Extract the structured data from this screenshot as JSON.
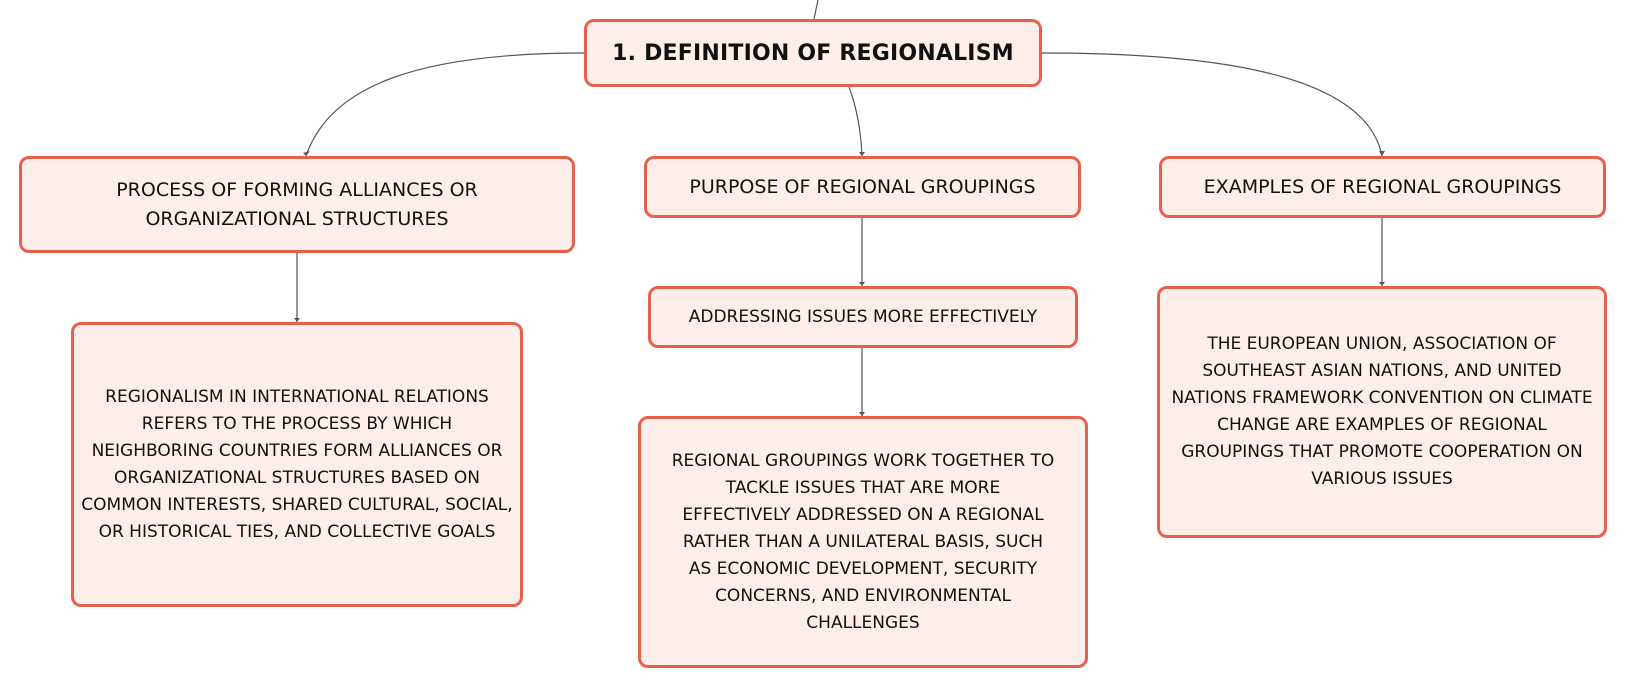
{
  "diagram": {
    "root": {
      "label": "1. Definition of Regionalism"
    },
    "branches": [
      {
        "label": "Process of forming alliances or organizational structures",
        "children": [
          {
            "label": "Regionalism in international relations refers to the process by which neighboring countries form alliances or organizational structures based on common interests, shared cultural, social, or historical ties, and collective goals"
          }
        ]
      },
      {
        "label": "Purpose of regional groupings",
        "children": [
          {
            "label": "Addressing issues more effectively",
            "children": [
              {
                "label": "Regional groupings work together to tackle issues that are more effectively addressed on a regional rather than a unilateral basis, such as economic development, security concerns, and environmental challenges"
              }
            ]
          }
        ]
      },
      {
        "label": "Examples of regional groupings",
        "children": [
          {
            "label": "The European Union, Association of Southeast Asian Nations, and United Nations Framework Convention on Climate Change are examples of regional groupings that promote cooperation on various issues"
          }
        ]
      }
    ]
  },
  "colors": {
    "node_fill": "#fdeeea",
    "node_border": "#e8604c",
    "connector": "#555555",
    "text": "#111111"
  }
}
